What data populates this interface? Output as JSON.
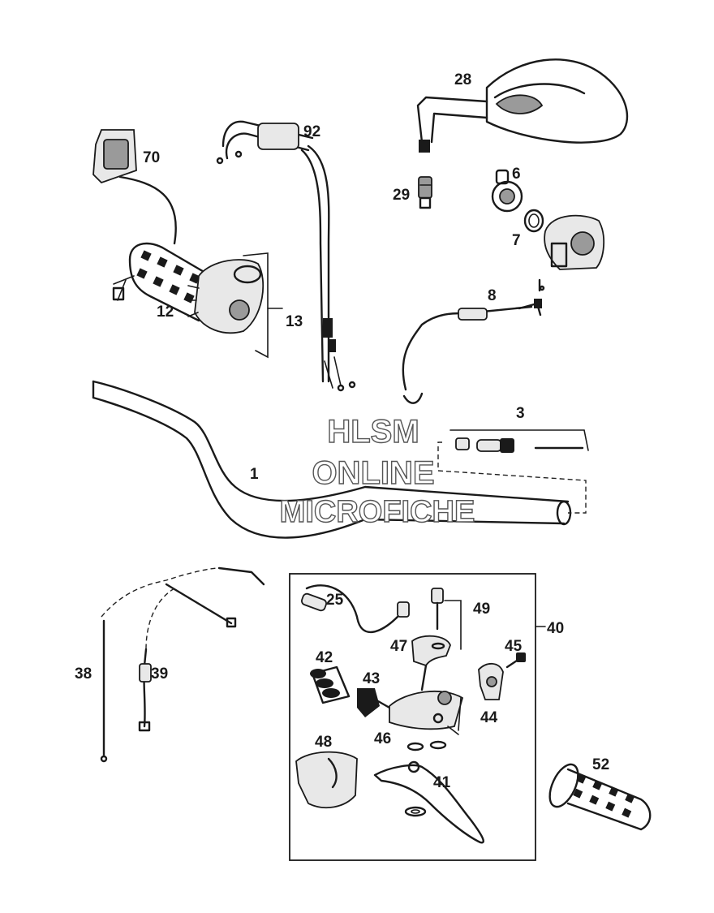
{
  "diagram": {
    "watermark": [
      "HLSM",
      "ONLINE",
      "MICROFICHE"
    ],
    "callouts": {
      "c1": "1",
      "c3": "3",
      "c6": "6",
      "c7": "7",
      "c8": "8",
      "c12": "12",
      "c13": "13",
      "c25": "25",
      "c28": "28",
      "c29": "29",
      "c38": "38",
      "c39": "39",
      "c40": "40",
      "c41": "41",
      "c42": "42",
      "c43": "43",
      "c44": "44",
      "c45": "45",
      "c46": "46",
      "c47": "47",
      "c48": "48",
      "c49": "49",
      "c52": "52",
      "c70": "70",
      "c92": "92"
    },
    "parts": [
      {
        "callout": "1",
        "icon": "handlebar-icon"
      },
      {
        "callout": "3",
        "icon": "bar-end-weight-icon"
      },
      {
        "callout": "6",
        "icon": "switch-housing-icon"
      },
      {
        "callout": "7",
        "icon": "ring-icon"
      },
      {
        "callout": "8",
        "icon": "cable-icon"
      },
      {
        "callout": "12",
        "icon": "grip-icon"
      },
      {
        "callout": "13",
        "icon": "throttle-housing-icon"
      },
      {
        "callout": "25",
        "icon": "switch-wire-icon"
      },
      {
        "callout": "28",
        "icon": "mirror-icon"
      },
      {
        "callout": "29",
        "icon": "adapter-icon"
      },
      {
        "callout": "38",
        "icon": "cable-icon"
      },
      {
        "callout": "39",
        "icon": "cable-icon"
      },
      {
        "callout": "40",
        "icon": "lever-assembly-box-icon"
      },
      {
        "callout": "41",
        "icon": "lever-icon"
      },
      {
        "callout": "42",
        "icon": "boot-icon"
      },
      {
        "callout": "43",
        "icon": "adjuster-icon"
      },
      {
        "callout": "44",
        "icon": "clamp-icon"
      },
      {
        "callout": "45",
        "icon": "bolt-icon"
      },
      {
        "callout": "46",
        "icon": "perch-icon"
      },
      {
        "callout": "47",
        "icon": "bracket-icon"
      },
      {
        "callout": "48",
        "icon": "lever-cover-icon"
      },
      {
        "callout": "49",
        "icon": "bolt-icon"
      },
      {
        "callout": "52",
        "icon": "grip-icon"
      },
      {
        "callout": "70",
        "icon": "thumb-throttle-box-icon"
      },
      {
        "callout": "92",
        "icon": "throttle-cable-icon"
      }
    ]
  }
}
